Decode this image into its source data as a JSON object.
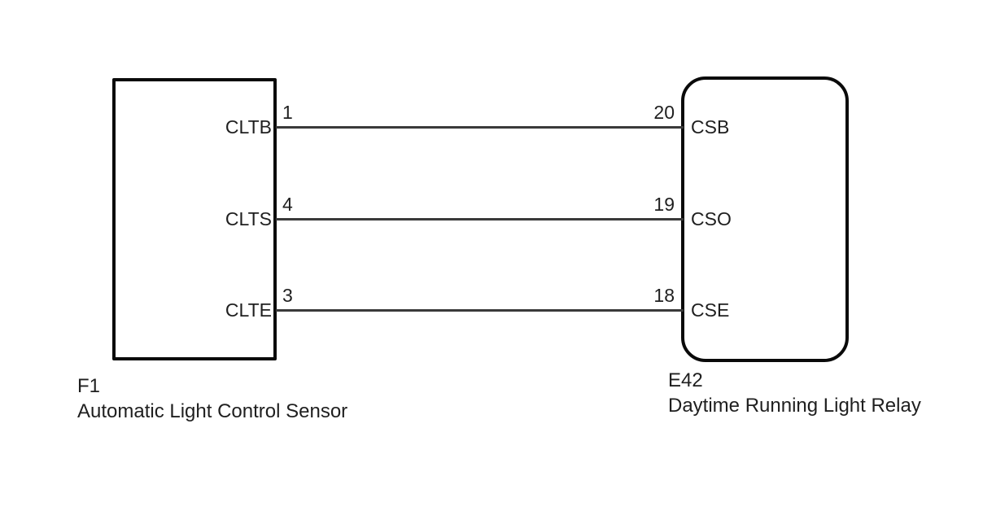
{
  "diagram": {
    "type": "wiring-diagram",
    "colors": {
      "background": "#ffffff",
      "outline": "#0a0a0a",
      "wire": "#3a3a3a",
      "text": "#1f1f1f"
    },
    "components": {
      "left": {
        "code": "F1",
        "name": "Automatic Light Control Sensor",
        "shape": "rectangle",
        "pins": [
          {
            "number": "1",
            "label": "CLTB"
          },
          {
            "number": "4",
            "label": "CLTS"
          },
          {
            "number": "3",
            "label": "CLTE"
          }
        ]
      },
      "right": {
        "code": "E42",
        "name": "Daytime Running Light Relay",
        "shape": "rounded-rectangle",
        "pins": [
          {
            "number": "20",
            "label": "CSB"
          },
          {
            "number": "19",
            "label": "CSO"
          },
          {
            "number": "18",
            "label": "CSE"
          }
        ]
      }
    },
    "connections": [
      {
        "from_component": "F1",
        "from_pin": "1",
        "from_label": "CLTB",
        "to_component": "E42",
        "to_pin": "20",
        "to_label": "CSB"
      },
      {
        "from_component": "F1",
        "from_pin": "4",
        "from_label": "CLTS",
        "to_component": "E42",
        "to_pin": "19",
        "to_label": "CSO"
      },
      {
        "from_component": "F1",
        "from_pin": "3",
        "from_label": "CLTE",
        "to_component": "E42",
        "to_pin": "18",
        "to_label": "CSE"
      }
    ]
  }
}
